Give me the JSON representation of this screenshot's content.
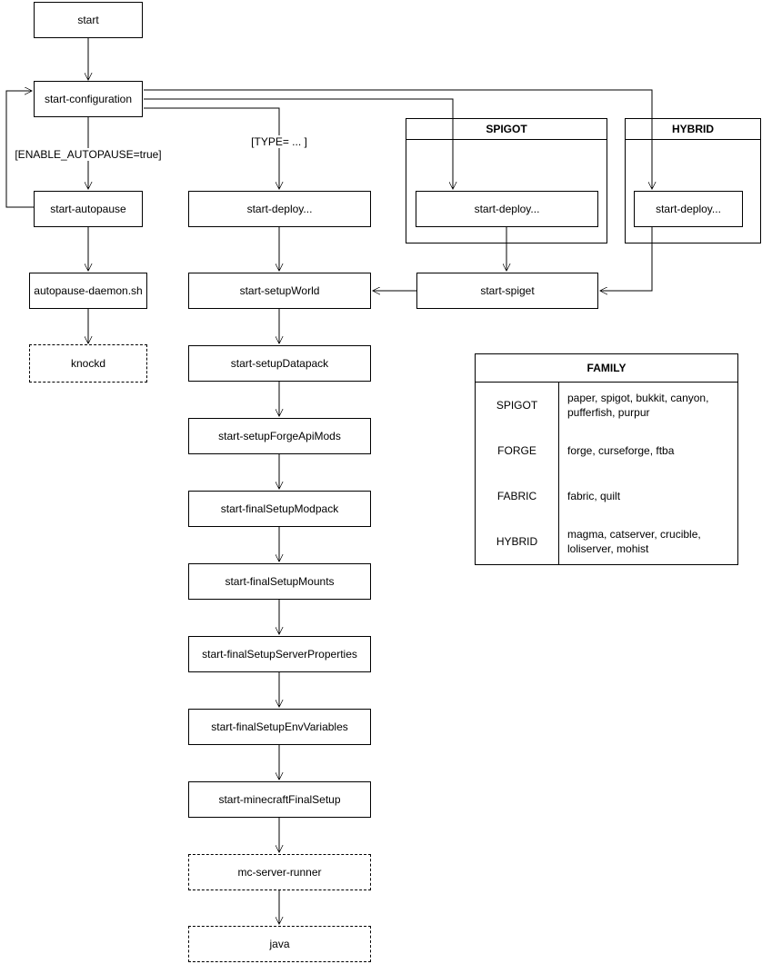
{
  "diagram": {
    "colors": {
      "stroke": "#000000",
      "background": "#ffffff",
      "text": "#000000"
    },
    "nodes": {
      "start": "start",
      "start_configuration": "start-configuration",
      "start_autopause": "start-autopause",
      "autopause_daemon": "autopause-daemon.sh",
      "knockd": "knockd",
      "start_deploy": "start-deploy...",
      "start_setup_world": "start-setupWorld",
      "start_setup_datapack": "start-setupDatapack",
      "start_setup_forge_api_mods": "start-setupForgeApiMods",
      "start_final_setup_modpack": "start-finalSetupModpack",
      "start_final_setup_mounts": "start-finalSetupMounts",
      "start_final_setup_server_properties": "start-finalSetupServerProperties",
      "start_final_setup_env_variables": "start-finalSetupEnvVariables",
      "start_minecraft_final_setup": "start-minecraftFinalSetup",
      "mc_server_runner": "mc-server-runner",
      "java": "java",
      "spigot_start_deploy": "start-deploy...",
      "hybrid_start_deploy": "start-deploy...",
      "start_spiget": "start-spiget"
    },
    "containers": {
      "spigot": {
        "title": "SPIGOT"
      },
      "hybrid": {
        "title": "HYBRID"
      }
    },
    "edge_labels": {
      "enable_autopause": "[ENABLE_AUTOPAUSE=true]",
      "type_condition": "[TYPE= ... ]"
    },
    "family_table": {
      "title": "FAMILY",
      "rows": [
        {
          "family": "SPIGOT",
          "members": "paper, spigot, bukkit, canyon, pufferfish, purpur"
        },
        {
          "family": "FORGE",
          "members": "forge, curseforge, ftba"
        },
        {
          "family": "FABRIC",
          "members": "fabric, quilt"
        },
        {
          "family": "HYBRID",
          "members": "magma, catserver, crucible, loliserver, mohist"
        }
      ]
    }
  }
}
